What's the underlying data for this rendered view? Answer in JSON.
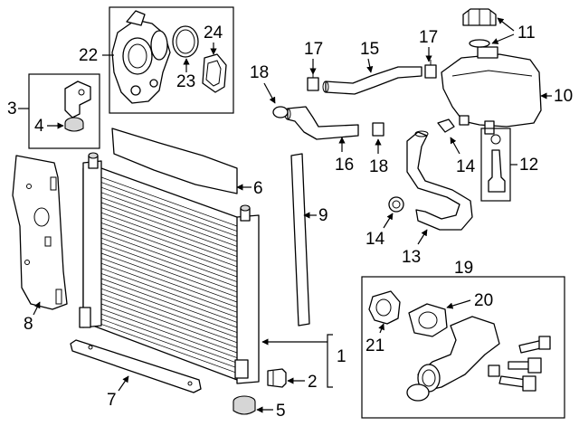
{
  "callouts": {
    "c1": "1",
    "c2": "2",
    "c3": "3",
    "c4": "4",
    "c5": "5",
    "c6": "6",
    "c7": "7",
    "c8": "8",
    "c9": "9",
    "c10": "10",
    "c11": "11",
    "c12": "12",
    "c13": "13",
    "c14a": "14",
    "c14b": "14",
    "c15": "15",
    "c16": "16",
    "c17a": "17",
    "c17b": "17",
    "c18a": "18",
    "c18b": "18",
    "c19": "19",
    "c20": "20",
    "c21": "21",
    "c22": "22",
    "c23": "23",
    "c24": "24"
  }
}
